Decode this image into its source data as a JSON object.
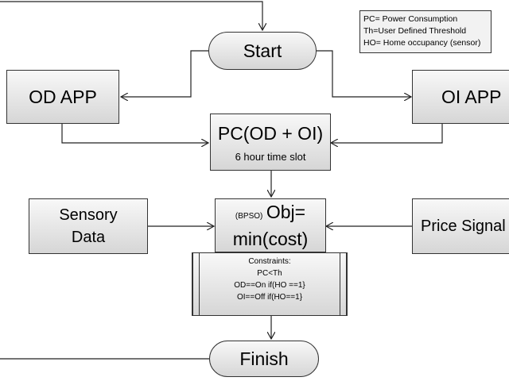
{
  "legend": [
    "PC= Power Consumption",
    "Th=User Defined Threshold",
    "HO= Home occupancy (sensor)"
  ],
  "nodes": {
    "start": "Start",
    "od_app": "OD APP",
    "oi_app": "OI APP",
    "pc_title": "PC(OD + OI)",
    "pc_sub": "6 hour time slot",
    "sensory_line1": "Sensory",
    "sensory_line2": "Data",
    "obj_prefix": "(BPSO)",
    "obj_line1": "Obj=",
    "obj_line2": "min(cost)",
    "price": "Price Signal",
    "finish": "Finish"
  },
  "constraints": [
    "Constraints:",
    "PC<Th",
    "OD==On if(HO ==1}",
    "OI==Off if(HO==1}"
  ]
}
